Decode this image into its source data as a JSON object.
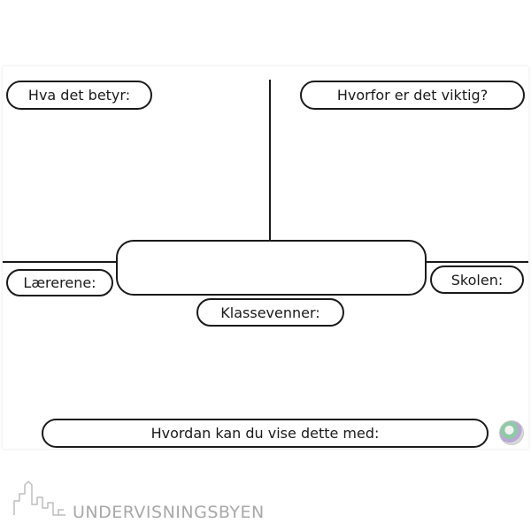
{
  "worksheet": {
    "top_left_label": "Hva det betyr:",
    "top_right_label": "Hvorfor er det viktig?",
    "left_label": "Lærerene:",
    "right_label": "Skolen:",
    "center_bottom_label": "Klassevenner:",
    "bottom_label": "Hvordan kan du vise dette med:"
  },
  "footer": {
    "brand": "UNDERVISNINGSBYEN"
  },
  "colors": {
    "ink": "#1a1a1a",
    "brand_gray": "#a8a8a8"
  }
}
